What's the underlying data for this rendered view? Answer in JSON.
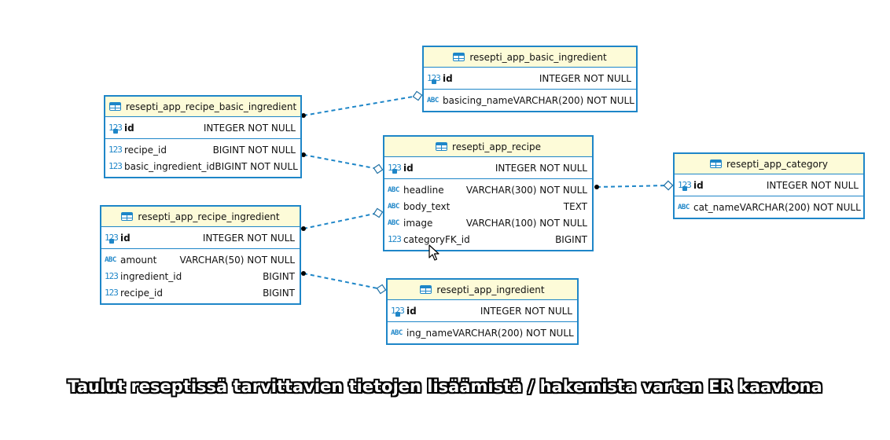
{
  "tables": [
    {
      "name": "resepti_app_basic_ingredient",
      "columns": [
        {
          "icon": "num-key",
          "name": "id",
          "pk": true,
          "type": "INTEGER NOT NULL"
        },
        {
          "icon": "abc",
          "name": "basicing_name",
          "pk": false,
          "type": "VARCHAR(200) NOT NULL"
        }
      ]
    },
    {
      "name": "resepti_app_recipe_basic_ingredient",
      "columns": [
        {
          "icon": "num-key",
          "name": "id",
          "pk": true,
          "type": "INTEGER NOT NULL"
        },
        {
          "icon": "num",
          "name": "recipe_id",
          "pk": false,
          "type": "BIGINT NOT NULL"
        },
        {
          "icon": "num",
          "name": "basic_ingredient_id",
          "pk": false,
          "type": "BIGINT NOT NULL"
        }
      ]
    },
    {
      "name": "resepti_app_recipe",
      "columns": [
        {
          "icon": "num-key",
          "name": "id",
          "pk": true,
          "type": "INTEGER NOT NULL"
        },
        {
          "icon": "abc",
          "name": "headline",
          "pk": false,
          "type": "VARCHAR(300) NOT NULL"
        },
        {
          "icon": "abc",
          "name": "body_text",
          "pk": false,
          "type": "TEXT"
        },
        {
          "icon": "abc",
          "name": "image",
          "pk": false,
          "type": "VARCHAR(100) NOT NULL"
        },
        {
          "icon": "num",
          "name": "categoryFK_id",
          "pk": false,
          "type": "BIGINT"
        }
      ]
    },
    {
      "name": "resepti_app_category",
      "columns": [
        {
          "icon": "num-key",
          "name": "id",
          "pk": true,
          "type": "INTEGER NOT NULL"
        },
        {
          "icon": "abc",
          "name": "cat_name",
          "pk": false,
          "type": "VARCHAR(200) NOT NULL"
        }
      ]
    },
    {
      "name": "resepti_app_recipe_ingredient",
      "columns": [
        {
          "icon": "num-key",
          "name": "id",
          "pk": true,
          "type": "INTEGER NOT NULL"
        },
        {
          "icon": "abc",
          "name": "amount",
          "pk": false,
          "type": "VARCHAR(50) NOT NULL"
        },
        {
          "icon": "num",
          "name": "ingredient_id",
          "pk": false,
          "type": "BIGINT"
        },
        {
          "icon": "num",
          "name": "recipe_id",
          "pk": false,
          "type": "BIGINT"
        }
      ]
    },
    {
      "name": "resepti_app_ingredient",
      "columns": [
        {
          "icon": "num-key",
          "name": "id",
          "pk": true,
          "type": "INTEGER NOT NULL"
        },
        {
          "icon": "abc",
          "name": "ing_name",
          "pk": false,
          "type": "VARCHAR(200) NOT NULL"
        }
      ]
    }
  ],
  "icon_text": {
    "num": "123",
    "abc": "ABC"
  },
  "relationships": [
    {
      "from": "resepti_app_recipe_basic_ingredient",
      "to": "resepti_app_basic_ingredient"
    },
    {
      "from": "resepti_app_recipe_basic_ingredient",
      "to": "resepti_app_recipe"
    },
    {
      "from": "resepti_app_recipe_ingredient",
      "to": "resepti_app_recipe"
    },
    {
      "from": "resepti_app_recipe_ingredient",
      "to": "resepti_app_ingredient"
    },
    {
      "from": "resepti_app_recipe",
      "to": "resepti_app_category"
    }
  ],
  "colors": {
    "border": "#1e86c8",
    "header": "#fdfbd8",
    "link": "#1e86c8"
  },
  "caption": "Taulut reseptissä tarvittavien tietojen lisäämistä / hakemista varten ER kaaviona"
}
